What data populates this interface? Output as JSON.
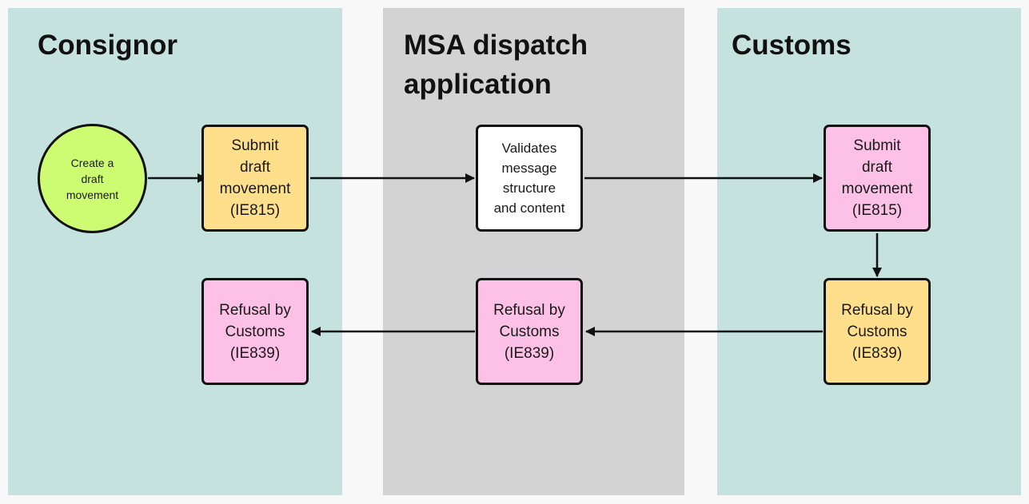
{
  "lanes": {
    "consignor": {
      "title": "Consignor",
      "color": "#c6e2de"
    },
    "msa": {
      "title": "MSA dispatch\napplication",
      "color": "#d3d3d3"
    },
    "customs": {
      "title": "Customs",
      "color": "#c6e2de"
    }
  },
  "nodes": {
    "create_draft": "Create a\ndraft\nmovement",
    "consignor_submit": "Submit\ndraft\nmovement\n(IE815)",
    "validates": "Validates\nmessage\nstructure\nand content",
    "customs_submit": "Submit\ndraft\nmovement\n(IE815)",
    "customs_refusal": "Refusal by\nCustoms\n(IE839)",
    "msa_refusal": "Refusal by\nCustoms\n(IE839)",
    "consignor_refusal": "Refusal by\nCustoms\n(IE839)"
  },
  "colors": {
    "start": "#cdfc72",
    "orange": "#ffdf8c",
    "pink": "#fdc1e8",
    "white": "#ffffff",
    "edge": "#111111"
  }
}
